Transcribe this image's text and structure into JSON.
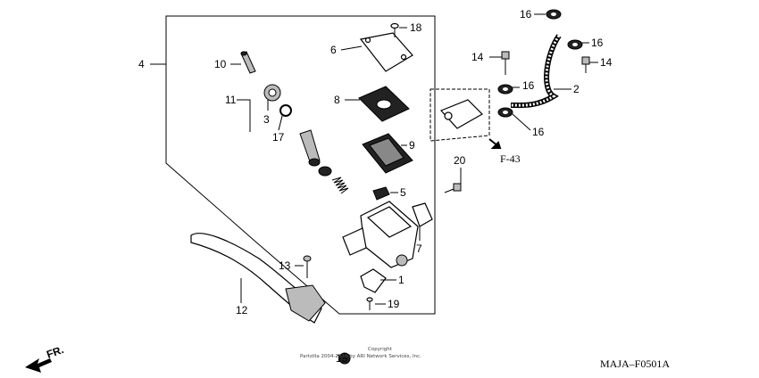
{
  "callouts": {
    "c1": "1",
    "c2": "2",
    "c3": "3",
    "c4": "4",
    "c5": "5",
    "c6": "6",
    "c7": "7",
    "c8": "8",
    "c9": "9",
    "c10": "10",
    "c11": "11",
    "c12": "12",
    "c13": "13",
    "c14a": "14",
    "c14b": "14",
    "c15": "15",
    "c16a": "16",
    "c16b": "16",
    "c16c": "16",
    "c16d": "16",
    "c17": "17",
    "c18": "18",
    "c19": "19",
    "c20": "20"
  },
  "ref_label": "F-43",
  "front_label": "FR.",
  "diagram_code": "MAJA–F0501A",
  "copyright": {
    "line1": "Copyright",
    "line2": "Partzilla 2004-2014 by ARI Network Services, Inc."
  }
}
